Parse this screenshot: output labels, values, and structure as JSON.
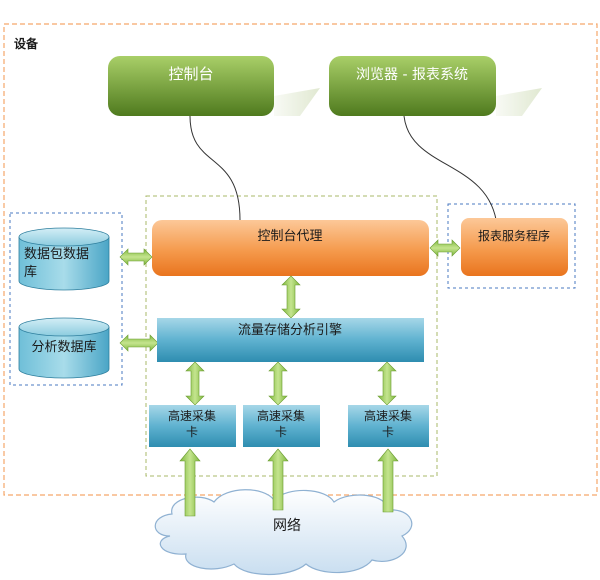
{
  "device_label": "设备",
  "console": "控制台",
  "browser_report": "浏览器 - 报表系统",
  "console_agent": "控制台代理",
  "report_service": "报表服务程序",
  "packet_db": {
    "line1": "数据包数据",
    "line2": "库"
  },
  "analysis_db": "分析数据库",
  "engine": "流量存储分析引擎",
  "capture_cards": [
    {
      "line1": "高速采集",
      "line2": "卡"
    },
    {
      "line1": "高速采集",
      "line2": "卡"
    },
    {
      "line1": "高速采集",
      "line2": "卡"
    }
  ],
  "network": "网络",
  "colors": {
    "green_top": "#a9cf68",
    "green_bottom": "#4f7a1e",
    "orange_top": "#fbc08d",
    "orange_bottom": "#ee7a22",
    "blue_top": "#9fd3e4",
    "blue_bottom": "#2e8db0",
    "arrow_green": "#9ccf57",
    "device_border": "#f5a66a",
    "dash_blue": "#4a78c2",
    "dash_olive": "#a8b86a"
  }
}
